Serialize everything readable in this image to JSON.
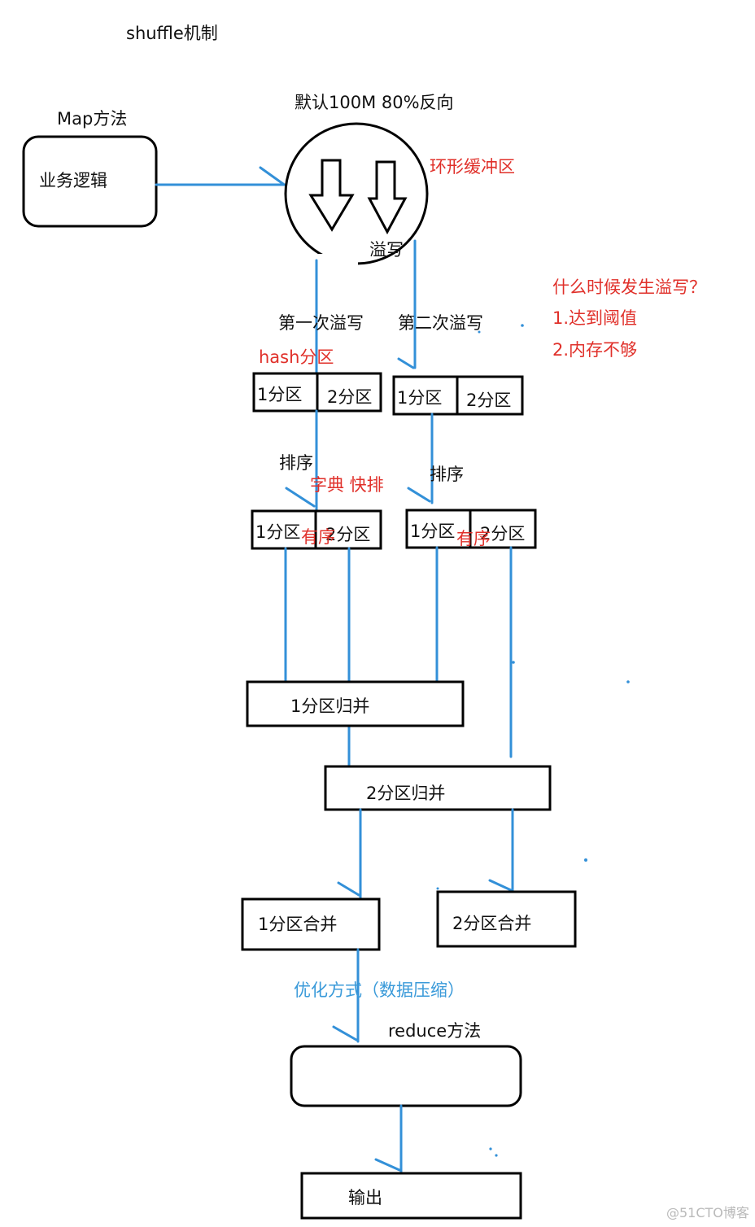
{
  "title": "shuffle机制",
  "map": {
    "title": "Map方法",
    "box_label": "业务逻辑"
  },
  "buffer": {
    "top_label": "默认100M 80%反向",
    "side_label": "环形缓冲区",
    "spill_label": "溢写"
  },
  "spills": {
    "first": "第一次溢写",
    "second": "第二次溢写",
    "partition_method": "hash分区"
  },
  "question": {
    "title": "什么时候发生溢写？",
    "item1": "1.达到阈值",
    "item2": "2.内存不够"
  },
  "partitions": {
    "p1": "1分区",
    "p2": "2分区"
  },
  "sort": {
    "label": "排序",
    "method": "字典 快排",
    "ordered": "有序"
  },
  "merge": {
    "p1_merge": "1分区归并",
    "p2_merge": "2分区归并",
    "p1_combine": "1分区合并",
    "p2_combine": "2分区合并"
  },
  "optimization": "优化方式（数据压缩）",
  "reduce": {
    "title": "reduce方法"
  },
  "output": "输出",
  "watermark": "@51CTO博客",
  "colors": {
    "line": "#3390d8",
    "red_text": "#e0302a",
    "blue_text": "#3a9ad9",
    "box_border": "#000000"
  }
}
